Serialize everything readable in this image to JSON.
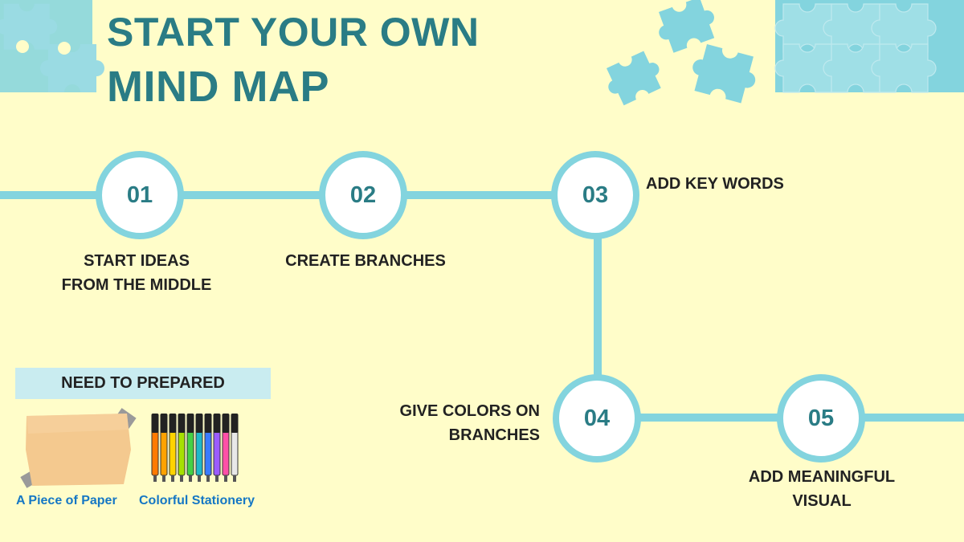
{
  "colors": {
    "background": "#fffdc9",
    "accent": "#83d4de",
    "title": "#2a7c85",
    "caption": "#1577c4"
  },
  "title": {
    "line1": "START YOUR OWN",
    "line2": "MIND MAP"
  },
  "steps": [
    {
      "number": "01",
      "label_lines": [
        "START IDEAS",
        "FROM THE MIDDLE"
      ]
    },
    {
      "number": "02",
      "label_lines": [
        "CREATE BRANCHES"
      ]
    },
    {
      "number": "03",
      "label_lines": [
        "ADD KEY WORDS"
      ]
    },
    {
      "number": "04",
      "label_lines": [
        "GIVE COLORS ON",
        "BRANCHES"
      ]
    },
    {
      "number": "05",
      "label_lines": [
        "ADD MEANINGFUL",
        "VISUAL"
      ]
    }
  ],
  "prepare": {
    "heading": "NEED TO PREPARED",
    "items": [
      {
        "caption": "A Piece of Paper",
        "icon": "paper-icon"
      },
      {
        "caption": "Colorful  Stationery",
        "icon": "markers-icon"
      }
    ]
  },
  "decorations": {
    "icon": "puzzle-pieces"
  },
  "marker_colors": [
    "#ff7a00",
    "#ffa200",
    "#ffd400",
    "#a6e000",
    "#45d145",
    "#1fb8c9",
    "#3a7bff",
    "#9b5cff",
    "#ff4fa8",
    "#e8e8e8"
  ]
}
